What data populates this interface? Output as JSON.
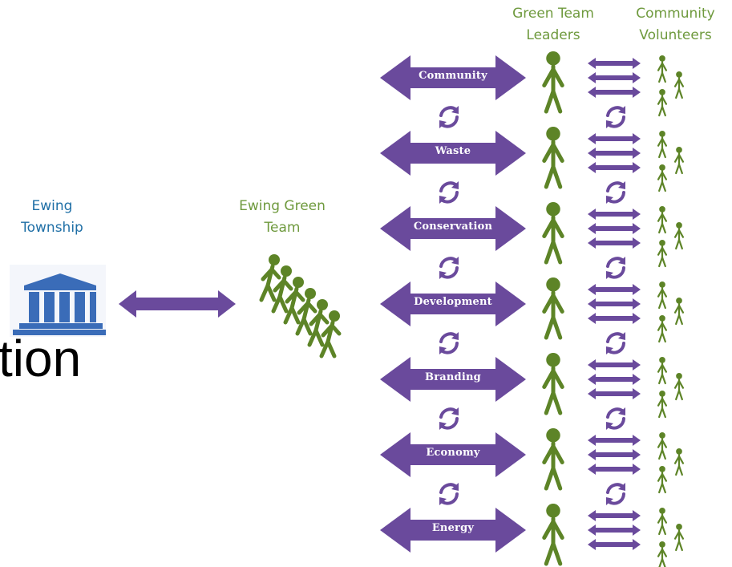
{
  "left_node": {
    "line1": "Ewing",
    "line2": "Township",
    "icon": "government-building-icon"
  },
  "center_node": {
    "line1": "Ewing Green",
    "line2": "Team",
    "icon": "walking-group-icon"
  },
  "columns": {
    "leaders_line1": "Green Team",
    "leaders_line2": "Leaders",
    "volunteers_line1": "Community",
    "volunteers_line2": "Volunteers"
  },
  "categories": [
    {
      "label": "Community"
    },
    {
      "label": "Waste"
    },
    {
      "label": "Conservation"
    },
    {
      "label": "Development"
    },
    {
      "label": "Branding"
    },
    {
      "label": "Economy"
    },
    {
      "label": "Energy"
    }
  ],
  "text_fragment": "tion",
  "colors": {
    "purple": "#6a4a9c",
    "green": "#5d8427",
    "blue": "#1f6fa6",
    "building_blue": "#3a6cb8"
  }
}
